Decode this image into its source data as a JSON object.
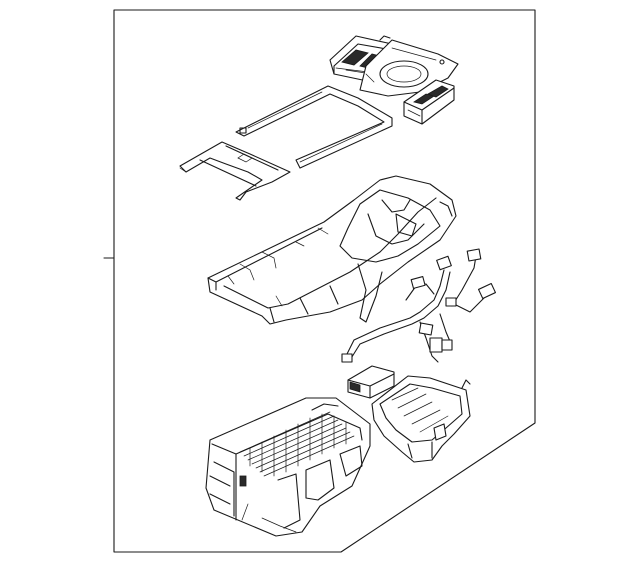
{
  "diagram": {
    "kind": "exploded-parts-view",
    "background": "#ffffff",
    "line_color": "#1a1a1a",
    "parts": [
      {
        "id": "switch-panel-upper",
        "icon": "switch-module-icon"
      },
      {
        "id": "cupholder-bezel",
        "icon": "bezel-icon"
      },
      {
        "id": "switch-panel-lower",
        "icon": "switch-module-icon"
      },
      {
        "id": "trim-frame",
        "icon": "trim-frame-icon"
      },
      {
        "id": "shifter-bezel",
        "icon": "bezel-icon"
      },
      {
        "id": "console-body",
        "icon": "console-body-icon"
      },
      {
        "id": "wiring-harness",
        "icon": "harness-icon"
      },
      {
        "id": "control-module",
        "icon": "module-box-icon"
      },
      {
        "id": "storage-bin",
        "icon": "bin-icon"
      },
      {
        "id": "armrest-housing",
        "icon": "housing-icon"
      }
    ]
  }
}
